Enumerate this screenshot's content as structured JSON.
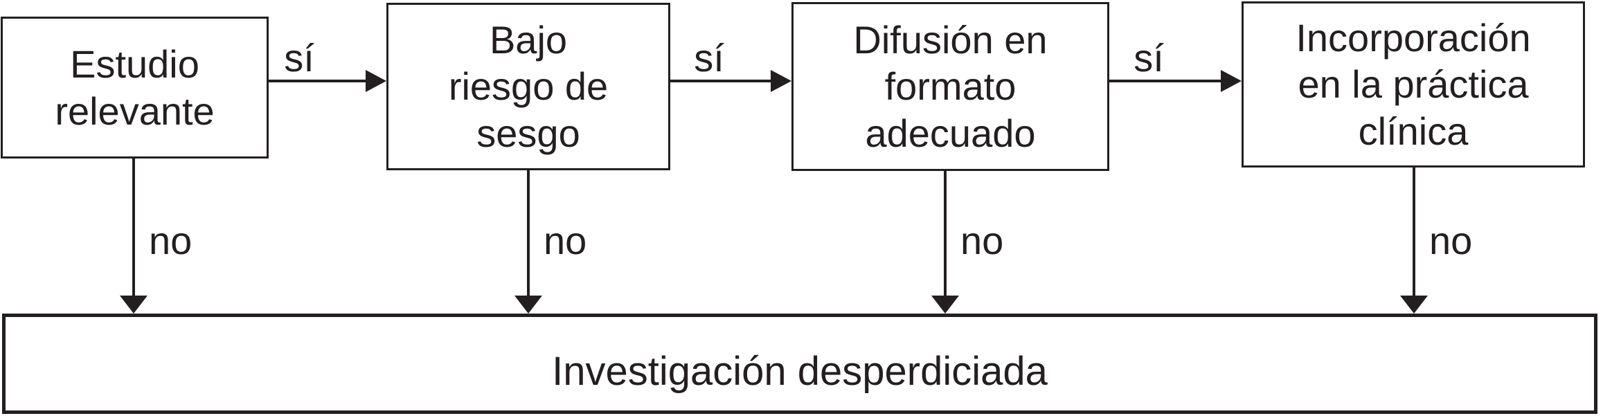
{
  "diagram": {
    "type": "flowchart",
    "boxes": [
      {
        "label": "Estudio\nrelevante"
      },
      {
        "label": "Bajo\nriesgo de\nsesgo"
      },
      {
        "label": "Difusión en\nformato\nadecuado"
      },
      {
        "label": "Incorporación\nen la práctica\nclínica"
      }
    ],
    "yes_labels": [
      "sí",
      "sí",
      "sí"
    ],
    "no_labels": [
      "no",
      "no",
      "no",
      "no"
    ],
    "sink": {
      "label": "Investigación desperdiciada"
    },
    "colors": {
      "line": "#231f20",
      "text": "#231f20",
      "background": "#ffffff"
    }
  }
}
